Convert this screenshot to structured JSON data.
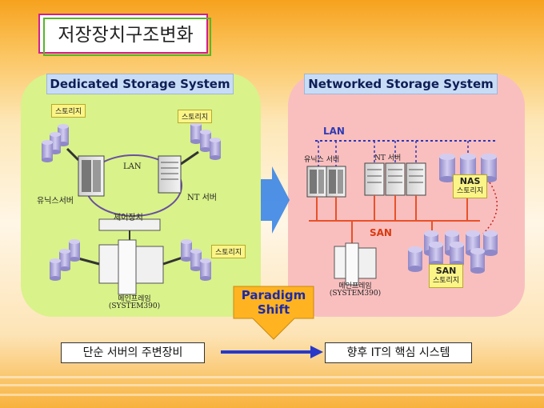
{
  "slide": {
    "title": "저장장치구조변화"
  },
  "left_panel": {
    "header": "Dedicated Storage System",
    "storage_tag_1": "스토리지",
    "storage_tag_2": "스토리지",
    "storage_tag_3": "스토리지",
    "lan_label": "LAN",
    "unix_server_label": "유닉스서버",
    "nt_server_label": "NT 서버",
    "controller_label": "제어장치",
    "mainframe_label": "메인프레임",
    "mainframe_model": "(SYSTEM390)"
  },
  "right_panel": {
    "header": "Networked Storage System",
    "lan_label": "LAN",
    "unix_server_label": "유닉스 서버",
    "nt_server_label": "NT 서버",
    "nas_title": "NAS",
    "nas_subtitle": "스토리지",
    "san_label": "SAN",
    "san_title": "SAN",
    "san_subtitle": "스토리지",
    "mainframe_label": "메인프레임",
    "mainframe_model": "(SYSTEM390)"
  },
  "paradigm_shift": {
    "line1": "Paradigm",
    "line2": "Shift"
  },
  "bottom": {
    "left_text": "단순 서버의 주변장비",
    "right_text": "향후 IT의 핵심 시스템"
  },
  "colors": {
    "left_panel_bg": "#d9f28a",
    "right_panel_bg": "#f9bfbf",
    "header_bg": "#c9dcf6",
    "paradigm_arrow": "#ffb321",
    "center_arrow": "#2f7fe6",
    "bottom_arrow": "#2838c8",
    "san_line": "#e8512a",
    "lan_dotted": "#2a37b8"
  }
}
